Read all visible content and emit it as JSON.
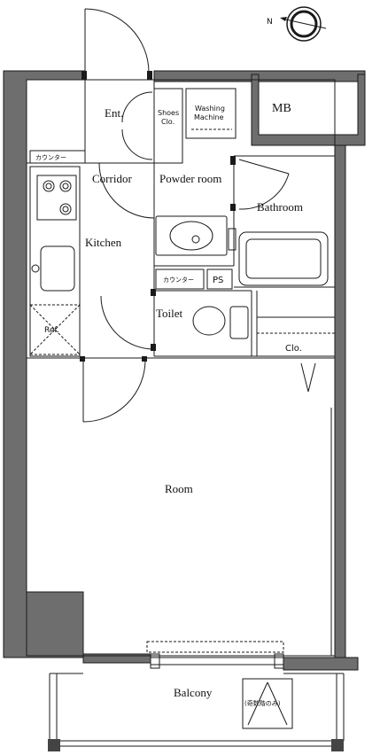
{
  "colors": {
    "wall": "#6e6e6e",
    "line": "#1a1a1a",
    "background": "#ffffff"
  },
  "compass": {
    "icon": "north-arrow-icon",
    "letter": "N"
  },
  "rooms": {
    "entrance": "Ent.",
    "shoes_closet_line1": "Shoes",
    "shoes_closet_line2": "Clo.",
    "washing_line1": "Washing",
    "washing_line2": "Machine",
    "mb": "MB",
    "counter_kitchen": "カウンター",
    "corridor": "Corridor",
    "powder_room": "Powder room",
    "bathroom": "Bathroom",
    "kitchen": "Kitchen",
    "counter_toilet": "カウンター",
    "ps": "PS",
    "toilet": "Toilet",
    "refrigerator": "Ref.",
    "closet": "Clo.",
    "room": "Room",
    "balcony": "Balcony",
    "odd_floors_note": "(奇数階のみ)"
  }
}
